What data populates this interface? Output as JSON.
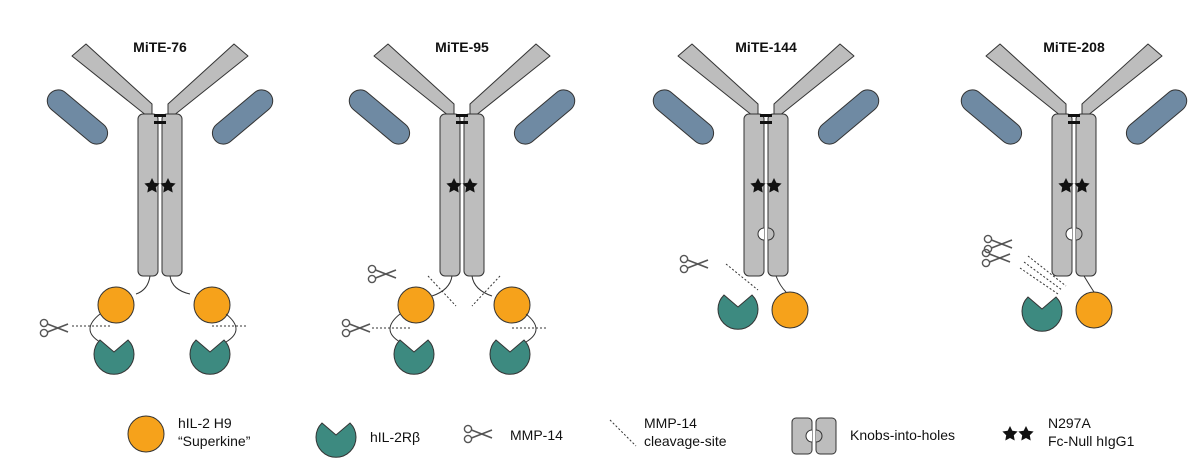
{
  "constructs": [
    {
      "title": "MiTE-76"
    },
    {
      "title": "MiTE-95"
    },
    {
      "title": "MiTE-144"
    },
    {
      "title": "MiTE-208"
    }
  ],
  "legend": {
    "superkine": {
      "line1": "hIL-2 H9",
      "line2": "“Superkine”"
    },
    "receptor": {
      "label": "hIL-2Rβ"
    },
    "mmp": {
      "label": "MMP-14"
    },
    "cleavage": {
      "line1": "MMP-14",
      "line2": "cleavage-site"
    },
    "knobs": {
      "label": "Knobs-into-holes"
    },
    "fcnull": {
      "line1": "N297A",
      "line2": "Fc-Null hIgG1"
    }
  },
  "colors": {
    "heavy_chain": "#bdbdbd",
    "light_chain": "#6f8aa3",
    "superkine": "#f6a21b",
    "receptor": "#3d8a80",
    "outline": "#3a3a3a"
  },
  "icons": [
    "scissors-icon",
    "star-icon",
    "disulfide-bond-icon"
  ]
}
